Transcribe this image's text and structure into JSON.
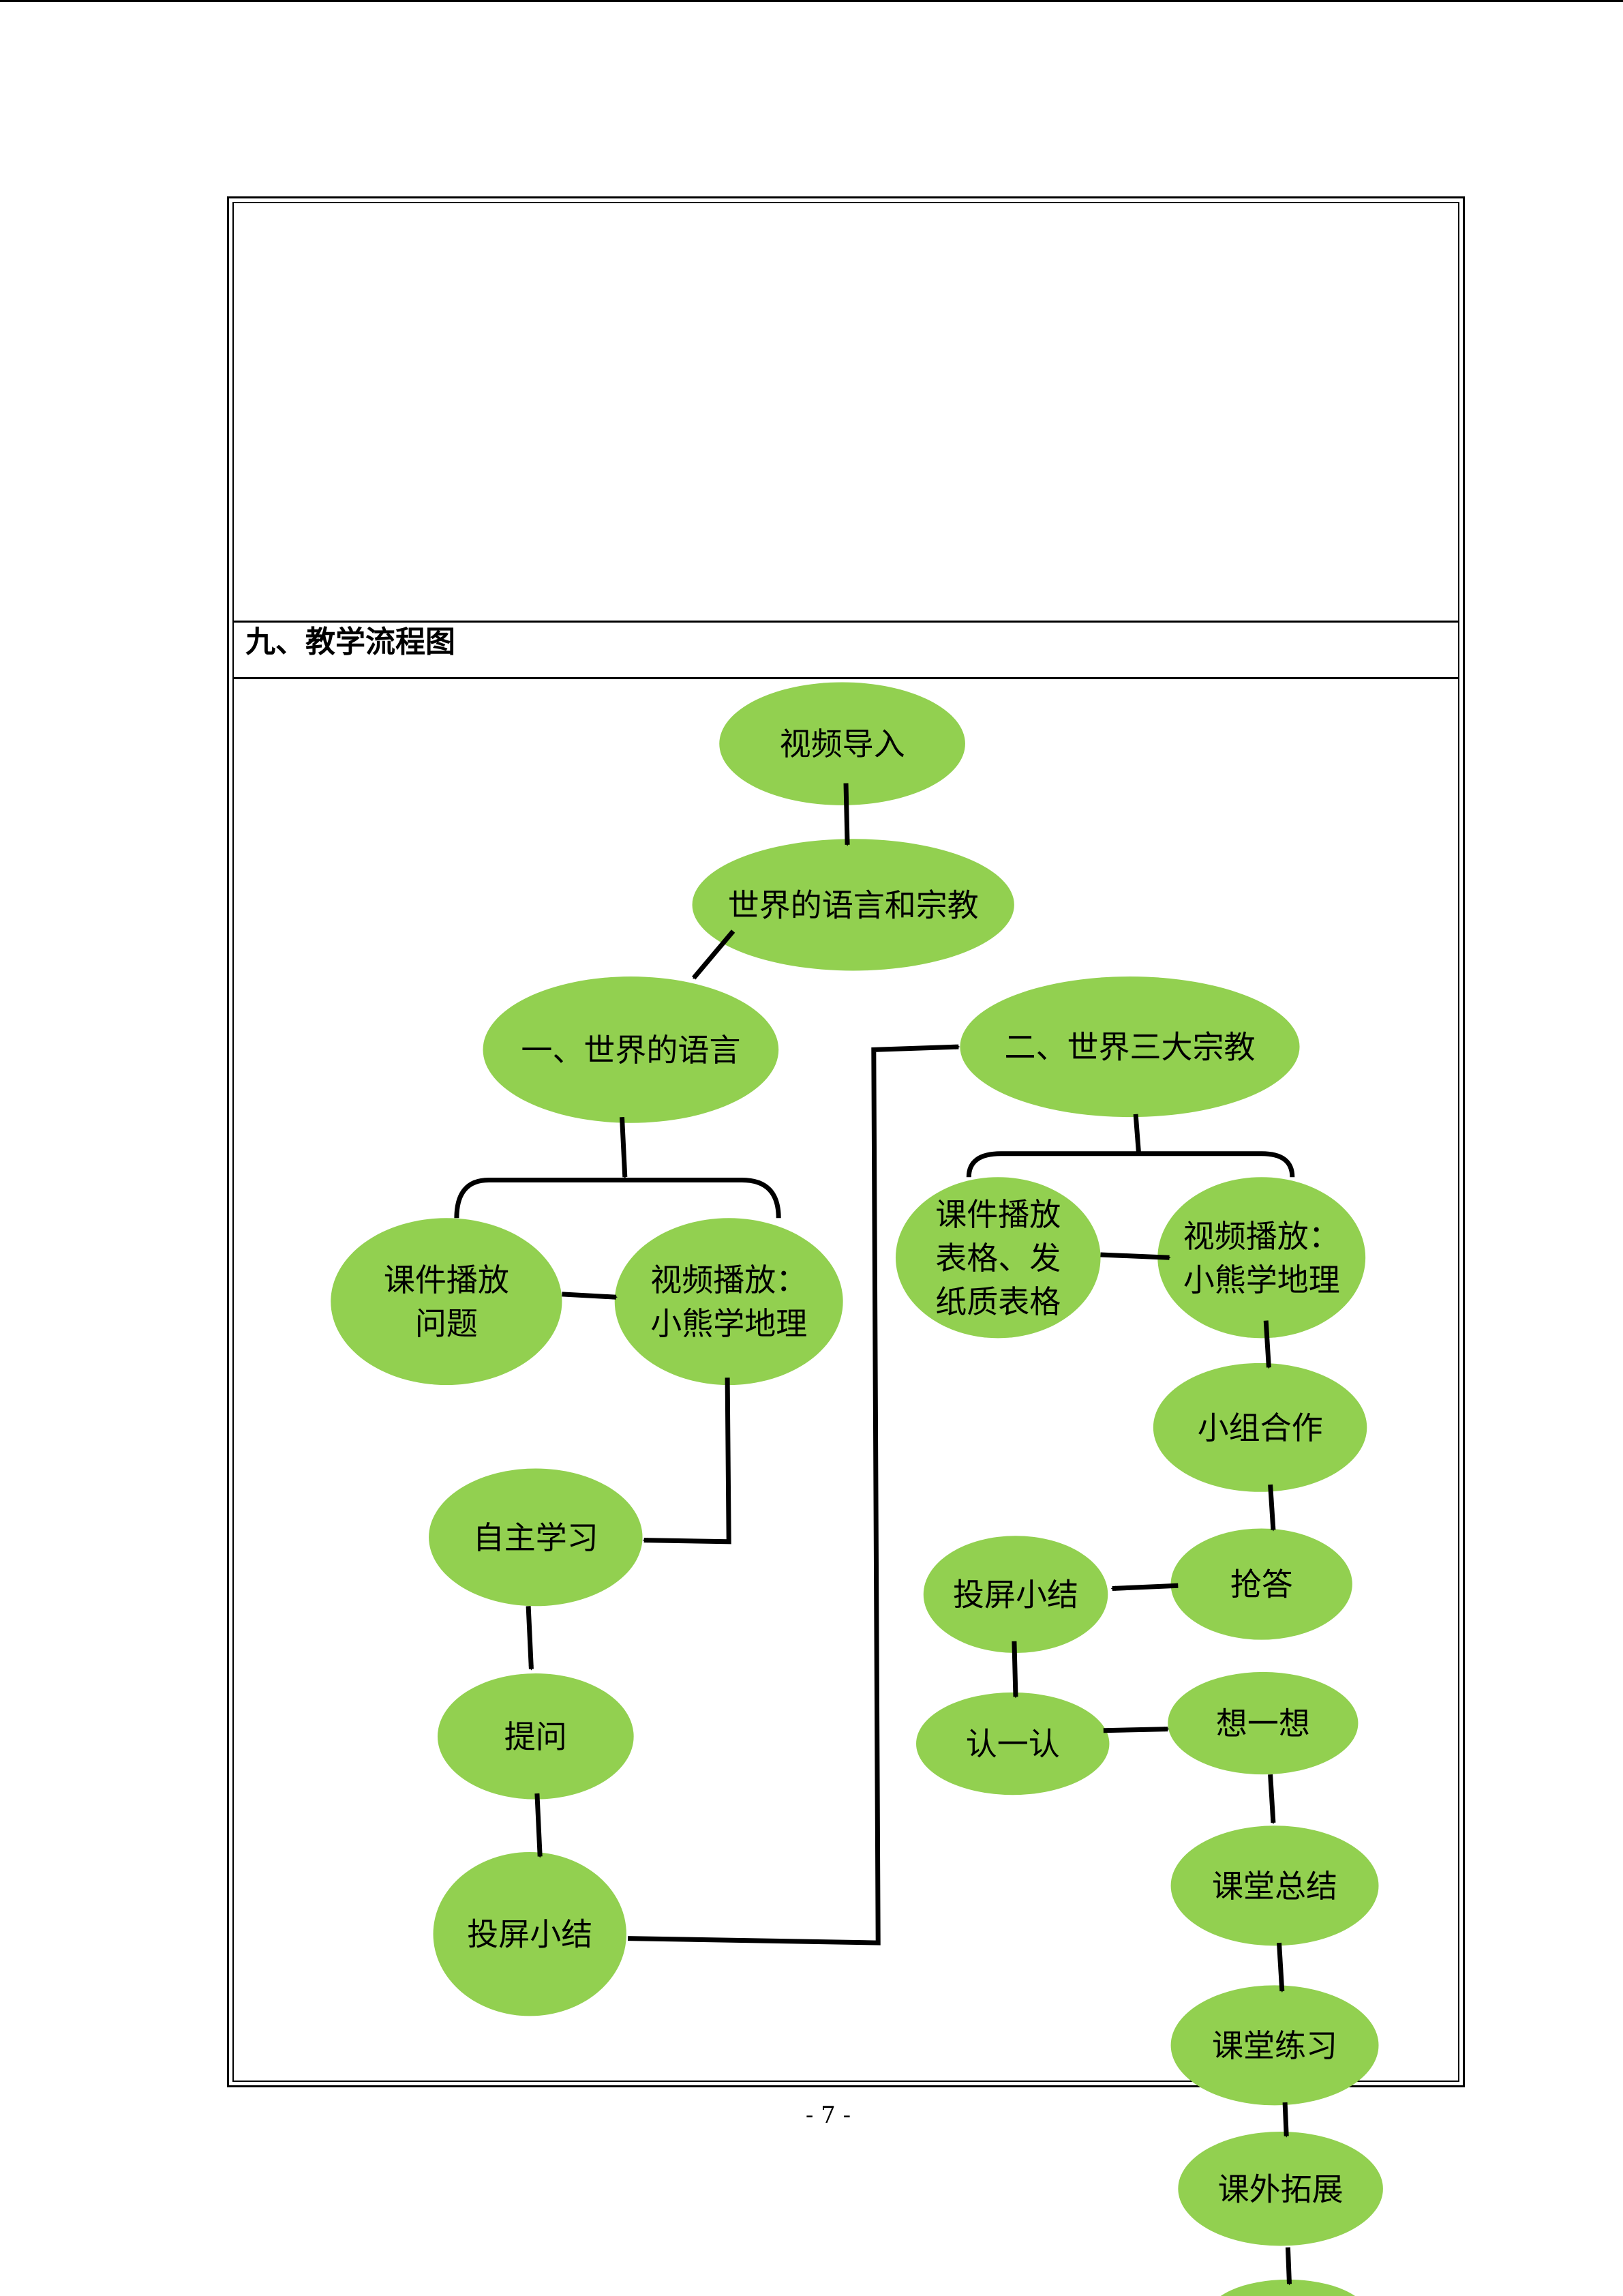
{
  "section": {
    "title": "九、教学流程图"
  },
  "page_number": "- 7 -",
  "flowchart": {
    "node_color": "#92d050",
    "nodes": {
      "n1": {
        "lines": [
          "视频导入"
        ]
      },
      "n2": {
        "lines": [
          "世界的语言和宗教"
        ]
      },
      "n3": {
        "lines": [
          "一、世界的语言"
        ]
      },
      "n4": {
        "lines": [
          "二、世界三大宗教"
        ]
      },
      "n5": {
        "lines": [
          "课件播放",
          "问题"
        ]
      },
      "n6": {
        "lines": [
          "视频播放：",
          "小熊学地理"
        ]
      },
      "n7": {
        "lines": [
          "课件播放",
          "表格、发",
          "纸质表格"
        ]
      },
      "n8": {
        "lines": [
          "视频播放：",
          "小熊学地理"
        ]
      },
      "n9": {
        "lines": [
          "自主学习"
        ]
      },
      "n10": {
        "lines": [
          "提问"
        ]
      },
      "n11": {
        "lines": [
          "投屏小结"
        ]
      },
      "n12": {
        "lines": [
          "小组合作"
        ]
      },
      "n13": {
        "lines": [
          "抢答"
        ]
      },
      "n14": {
        "lines": [
          "投屏小结"
        ]
      },
      "n15": {
        "lines": [
          "认一认"
        ]
      },
      "n16": {
        "lines": [
          "想一想"
        ]
      },
      "n17": {
        "lines": [
          "课堂总结"
        ]
      },
      "n18": {
        "lines": [
          "课堂练习"
        ]
      },
      "n19": {
        "lines": [
          "课外拓展"
        ]
      },
      "n20": {
        "lines": []
      }
    }
  }
}
